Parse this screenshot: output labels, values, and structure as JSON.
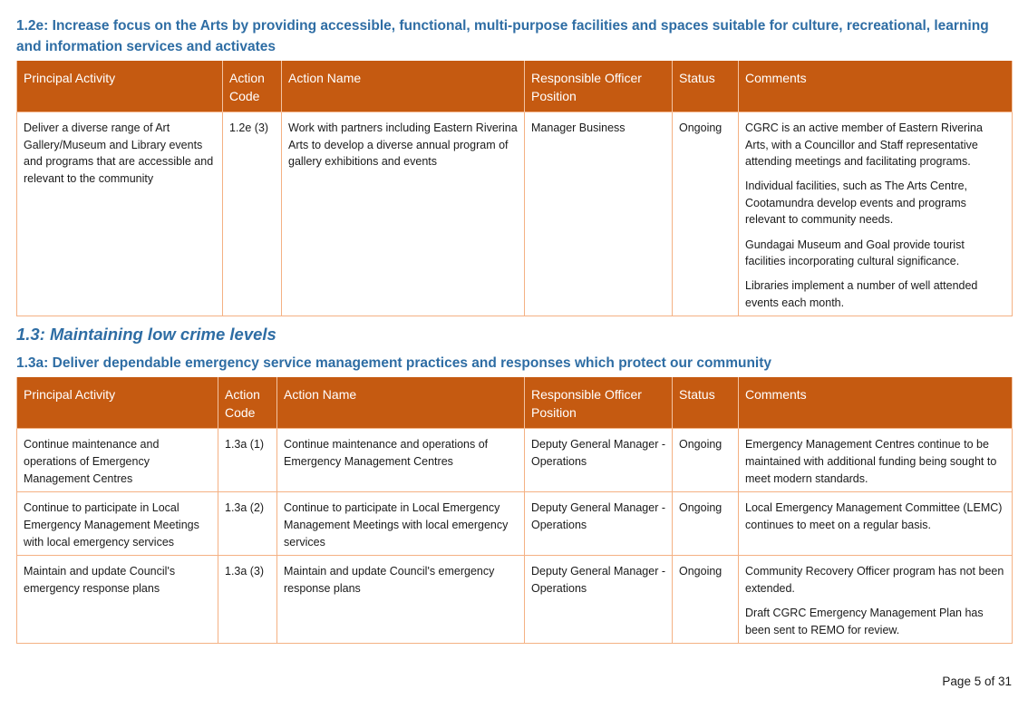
{
  "section_12e": {
    "heading": "1.2e: Increase focus on the Arts by providing accessible, functional, multi-purpose facilities and spaces suitable for culture, recreational, learning and information services and activates"
  },
  "headers": {
    "principal_activity": "Principal Activity",
    "action_code": "Action Code",
    "action_name": "Action Name",
    "responsible_officer": "Responsible Officer Position",
    "status": "Status",
    "comments": "Comments"
  },
  "table_12e": {
    "rows": [
      {
        "principal_activity": "Deliver a diverse range of Art Gallery/Museum and Library events and programs that are accessible and relevant to the community",
        "action_code": "1.2e (3)",
        "action_name": "Work with partners including Eastern Riverina Arts to develop a diverse annual program of gallery exhibitions and events",
        "responsible_officer": "Manager Business",
        "status": "Ongoing",
        "comments": [
          "CGRC is an active member of Eastern Riverina Arts, with a Councillor and Staff representative attending meetings and facilitating programs.",
          "Individual facilities, such as The Arts Centre, Cootamundra develop events and programs relevant to community needs.",
          "Gundagai Museum and Goal provide tourist facilities incorporating cultural significance.",
          "Libraries implement a number of well attended events each month."
        ]
      }
    ]
  },
  "section_13": {
    "heading": "1.3: Maintaining low crime levels",
    "subheading": "1.3a: Deliver dependable emergency service management practices and responses which protect our community"
  },
  "table_13a": {
    "rows": [
      {
        "principal_activity": "Continue maintenance and operations of Emergency Management Centres",
        "action_code": "1.3a (1)",
        "action_name": "Continue maintenance and operations of Emergency Management Centres",
        "responsible_officer": "Deputy General Manager - Operations",
        "status": "Ongoing",
        "comments": [
          "Emergency Management Centres continue to be maintained with additional funding being sought to meet modern standards."
        ]
      },
      {
        "principal_activity": "Continue to participate in Local Emergency Management Meetings with local emergency services",
        "action_code": "1.3a (2)",
        "action_name": "Continue to participate in Local Emergency Management Meetings with local emergency services",
        "responsible_officer": "Deputy General Manager - Operations",
        "status": "Ongoing",
        "comments": [
          "Local Emergency Management Committee (LEMC) continues to meet on a regular basis."
        ]
      },
      {
        "principal_activity": "Maintain and update Council's emergency response plans",
        "action_code": "1.3a (3)",
        "action_name": "Maintain and update Council's emergency response plans",
        "responsible_officer": "Deputy General Manager - Operations",
        "status": "Ongoing",
        "comments": [
          "Community Recovery Officer program has not been extended.",
          "Draft CGRC Emergency Management Plan has been sent to REMO for review."
        ]
      }
    ]
  },
  "footer": {
    "page": "Page 5 of 31"
  },
  "colors": {
    "header_bg": "#c55a11",
    "heading_text": "#2e6da4",
    "cell_border": "#f4b183"
  }
}
